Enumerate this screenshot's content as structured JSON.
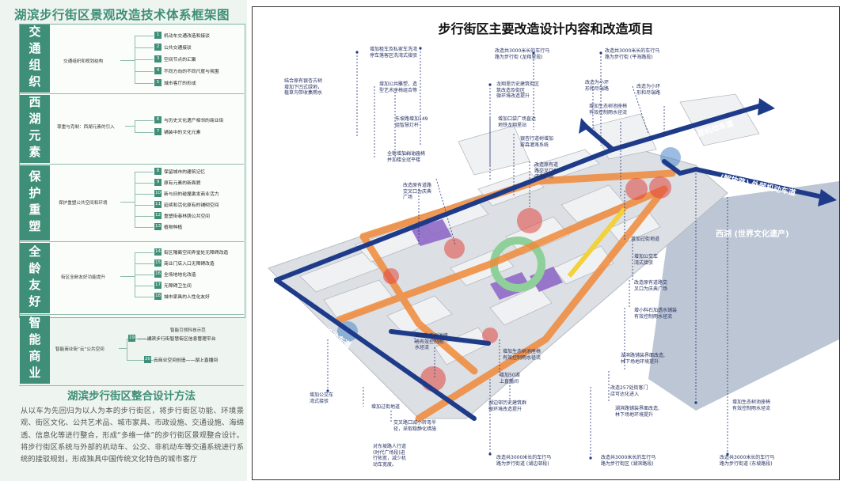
{
  "left": {
    "title": "湖滨步行街区景观改造技术体系框架图",
    "categories": [
      {
        "label": "交通组织",
        "sub": "交通组织和规划结构"
      },
      {
        "label": "西湖元素",
        "sub": "尊重与克制：西湖元素的引入"
      },
      {
        "label": "保护重塑",
        "sub": "保护重塑公共空间和环境"
      },
      {
        "label": "全龄友好",
        "sub": "街区全龄友好功能提升"
      },
      {
        "label": "智能商业",
        "sub": "智能商业街“云”公共空间"
      }
    ],
    "items": [
      {
        "num": "1",
        "text": "机动车交通改造和接驳"
      },
      {
        "num": "2",
        "text": "公共交通接驳"
      },
      {
        "num": "3",
        "text": "空间节点的汇聚"
      },
      {
        "num": "4",
        "text": "不同方向的不同尺度与氛围"
      },
      {
        "num": "5",
        "text": "城市客厅的形成"
      },
      {
        "num": "6",
        "text": "与历史文化遗产相邻的商业街"
      },
      {
        "num": "7",
        "text": "铺装中的文化元素"
      },
      {
        "num": "8",
        "text": "保留城市的建筑记忆"
      },
      {
        "num": "9",
        "text": "原有元素的新面貌"
      },
      {
        "num": "10",
        "text": "新与旧的碰撞激发商业活力"
      },
      {
        "num": "11",
        "text": "延续和活化原有的铺砌空间"
      },
      {
        "num": "12",
        "text": "重塑街巷林荫公共空间"
      },
      {
        "num": "13",
        "text": "植物种植"
      },
      {
        "num": "14",
        "text": "街区隔离空间弄堂处无障碍改造"
      },
      {
        "num": "15",
        "text": "商业门店入口无障碍改造"
      },
      {
        "num": "16",
        "text": "全场地地化改造"
      },
      {
        "num": "17",
        "text": "无障碍卫生间"
      },
      {
        "num": "18",
        "text": "城市家具的人性化友好"
      },
      {
        "num": "19",
        "text": "——湖滨步行街智慧街区信息管理平台"
      },
      {
        "num": "20",
        "text": "云商业空间创造——湖上直播间"
      }
    ],
    "item19_top": "智能引领科技示范",
    "method_title": "湖滨步行街区整合设计方法",
    "method_text": "从以车为先回归为以人为本的步行街区，将步行街区功能、环境景观、街区文化、公共艺术品、城市家具、市政设施、交通设施、海绵透、信息化等进行整合，形成“多维一体”的步行街区景观整合设计。将步行街区系统与外部的机动车、公交、非机动车等交通系统进行系统的接驳规划，形成独具中国传统文化特色的城市客厅"
  },
  "right": {
    "title": "步行街区主要改造设计内容和改造项目",
    "roads": [
      "(延安路) 外部机动车道",
      "(解放路) 外部机动车道",
      "(庆春路) 外部机动车道"
    ],
    "lake": "西湖 (世界文化遗产)",
    "annotations": {
      "a01": "结合原有银杏古树\n增加下凹式绿地，\n植草沟带收集雨水",
      "a02": "增加租车及私家车洗湾\n停车落客区洗湾式接驳",
      "a03": "增加公共雕塑，造\n型艺术座椅组合等",
      "a04": "东坡路增加149\n组智慧灯杆",
      "a05": "全街增加树池座椅\n并加楼全冠平楼",
      "a06": "改造原有道路\n交叉口为庆典\n广场",
      "a07": "改造共3000米长的车行马\n路为步行街 (龙翔里段)",
      "a08": "改造共3000米长的车行马\n路为步行街 (平海路段)",
      "a09": "改造为小环\n形和尽端路",
      "a10": "改造为小环\n形和尽端路",
      "a11": "增加生态树池座椅\n有效控制雨水径流",
      "a12": "龙翔里历史建筑街区\n筑改造及街区\n微环境改造提升",
      "a13": "增加口袋广场直达\n地铁龙翔里站",
      "a14": "银杏行道树增加\n雾森灌溉系统",
      "a15": "改造原有道\n路交叉口为\n庆典广场",
      "a16": "增加过街地道",
      "a17": "增加公交车\n湾式接驳",
      "a18": "改造原有道路交\n叉口为庆典广场",
      "a19": "增小料石加透水铺装\n有效控制雨水径流",
      "a20": "增加生态树池座\n椅有效控制雨\n水径流",
      "a21": "增加生态树池座椅\n有效控制雨水径流",
      "a22": "增加50湖\n上直播间",
      "a23": "湖滨路铺装界面改造,\n林下场地环境提升",
      "a24": "改造257处街客门\n店可达化进入",
      "a25": "湖滨路铺装界面改造,\n林下场地环境提升",
      "a26": "增加生态树池座椅\n有效控制雨水径流",
      "a27": "增加公交车\n湾式接驳",
      "a28": "增加过街地道",
      "a29": "湖边邨历史建筑群\n微环境改造提升",
      "a30": "交叉路口减小转弯半\n径，采取稳静化措施",
      "a31": "对东坡路人行道\n(时代广场段)进\n行拓宽，减少机\n动车宽度。",
      "a32": "改造共3000米长的车行马\n路为步行街道 (湖边邨段)",
      "a33": "改造共3000米长的车行马\n路为步行街区 (湖滨路段)",
      "a34": "改造共3000米长的车行马\n路为步行街道 (东坡路段)"
    }
  }
}
